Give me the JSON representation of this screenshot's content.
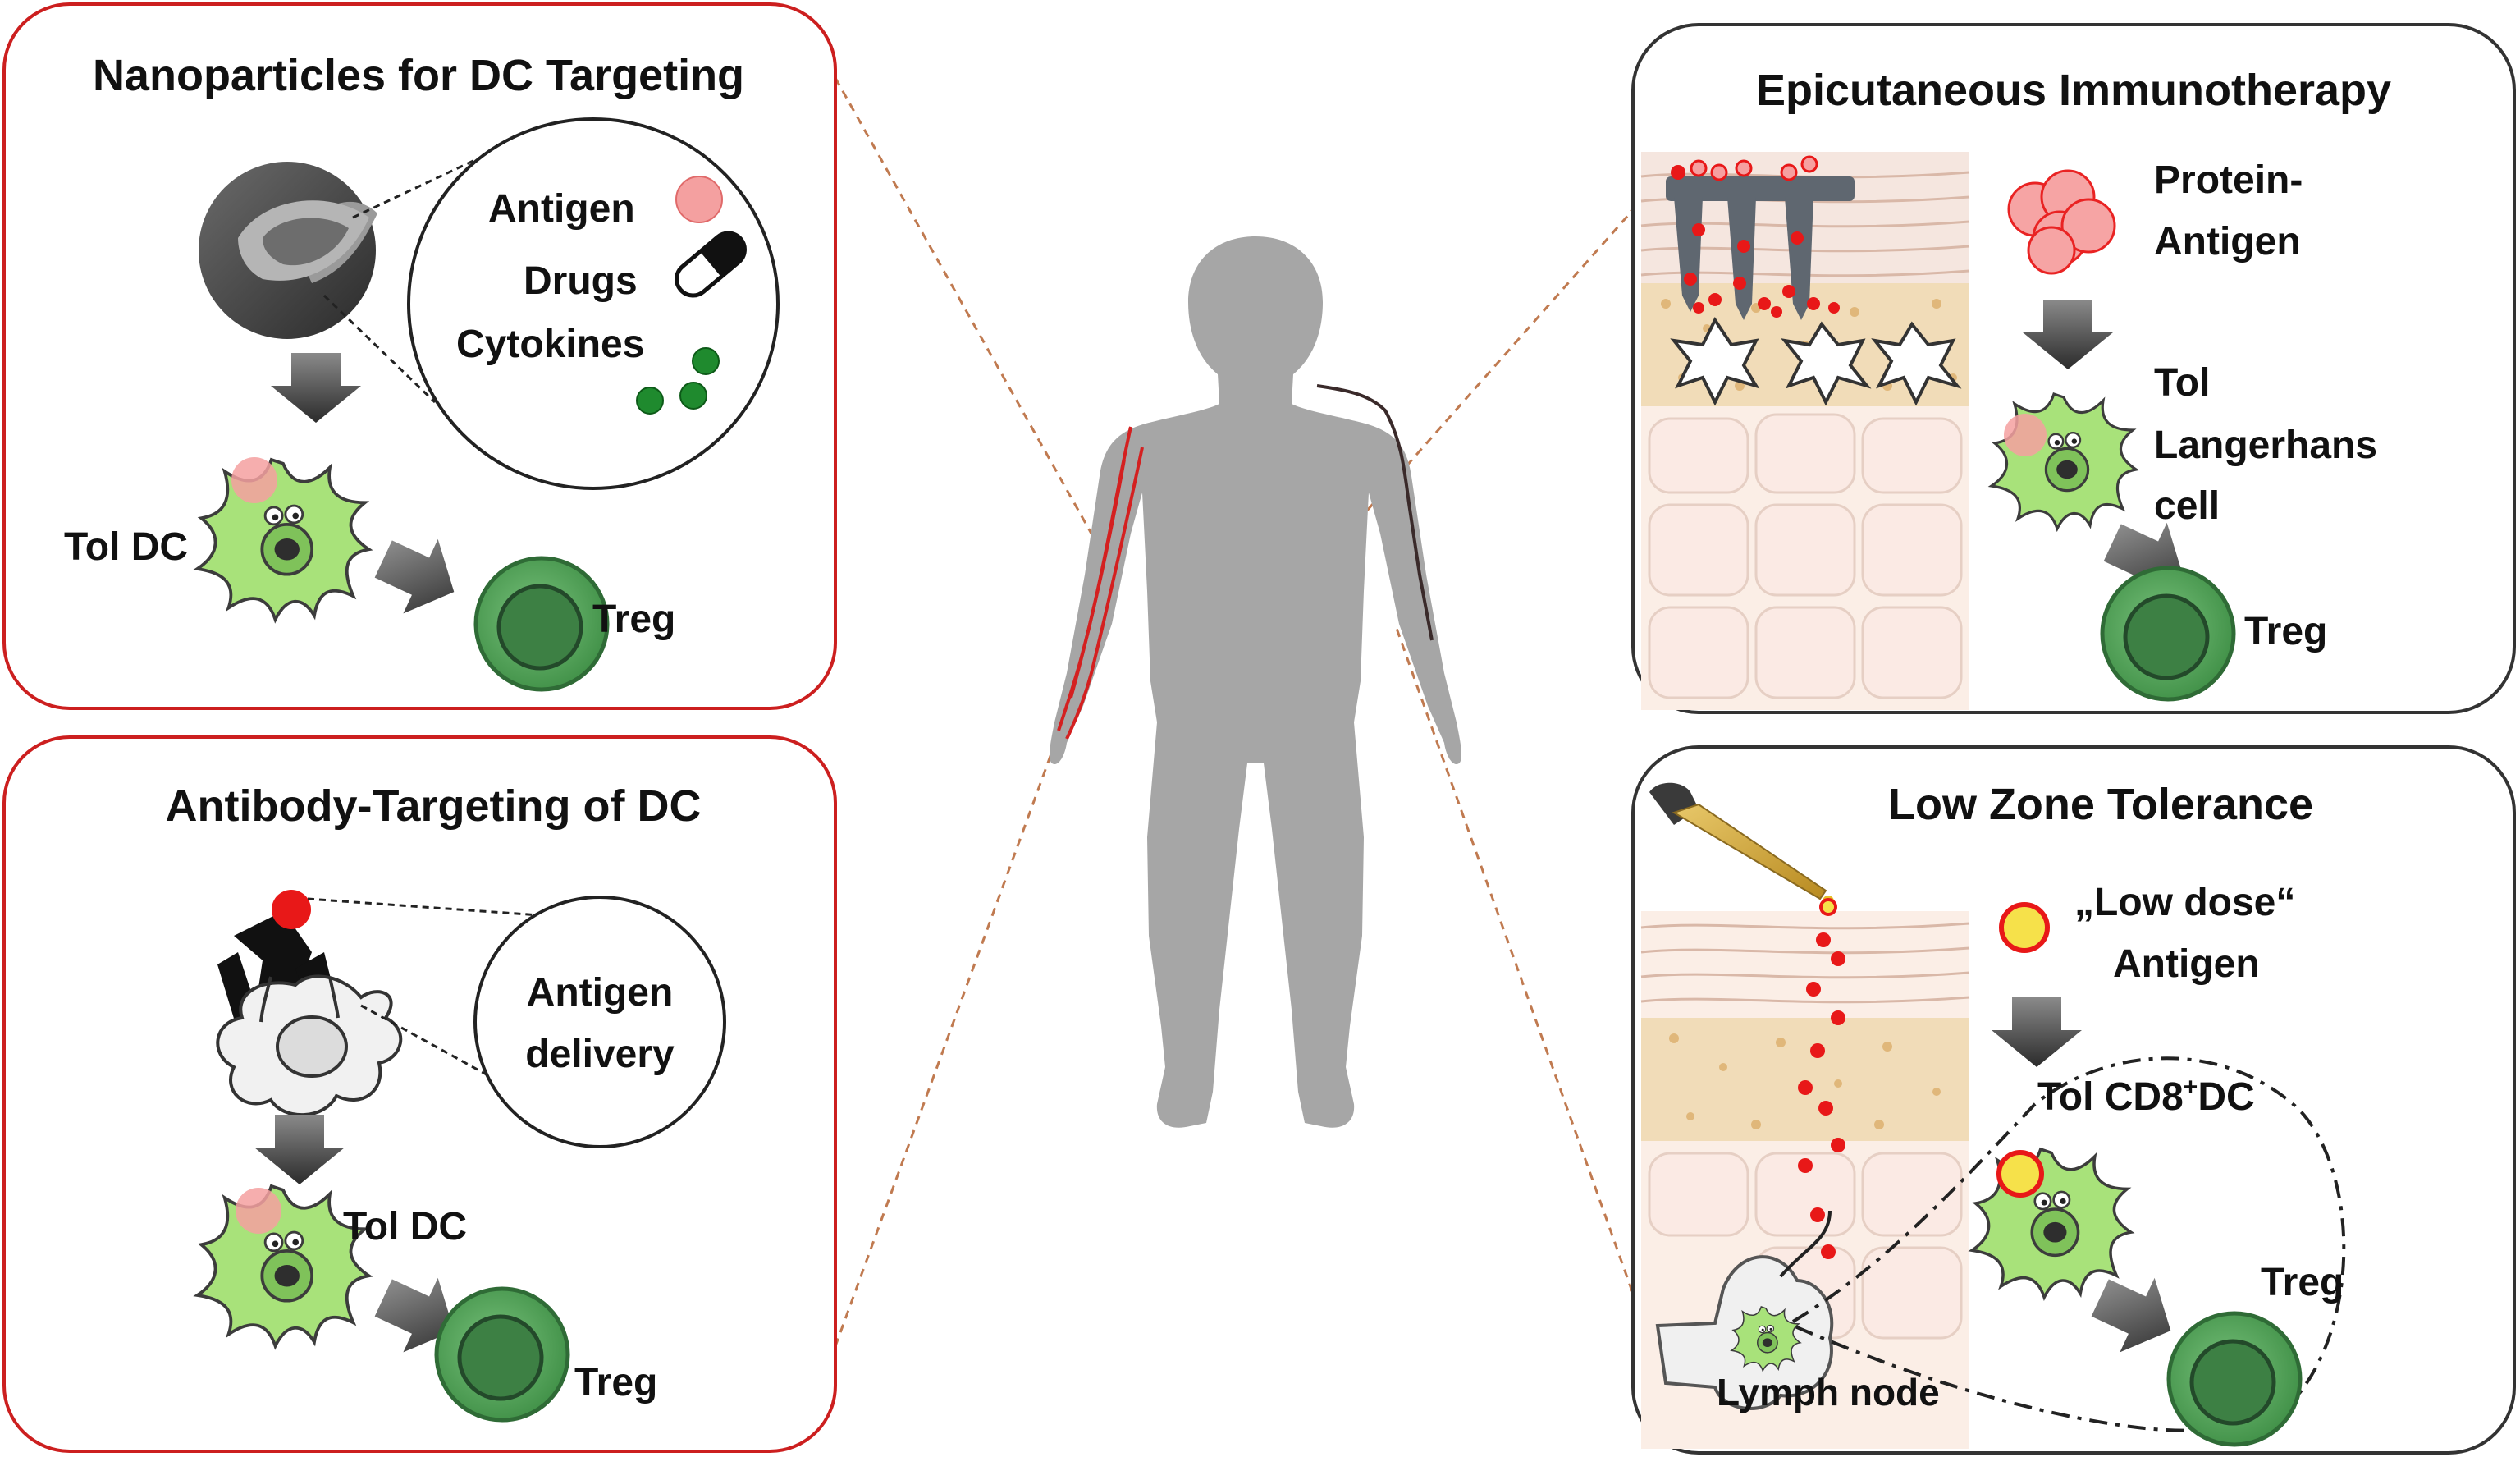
{
  "panels": {
    "nanoparticles": {
      "title": "Nanoparticles for DC Targeting",
      "antigen": "Antigen",
      "drugs": "Drugs",
      "cytokines": "Cytokines",
      "tol_dc": "Tol DC",
      "treg": "Treg",
      "border_color": "#cc1f1f"
    },
    "antibody": {
      "title": "Antibody-Targeting of DC",
      "bubble_line1": "Antigen",
      "bubble_line2": "delivery",
      "tol_dc": "Tol DC",
      "treg": "Treg",
      "border_color": "#cc1f1f"
    },
    "epicutaneous": {
      "title": "Epicutaneous Immunotherapy",
      "protein_line1": "Protein-",
      "protein_line2": "Antigen",
      "tol_line1": "Tol",
      "tol_line2": "Langerhans",
      "tol_line3": "cell",
      "treg": "Treg",
      "border_color": "#333333"
    },
    "lowzone": {
      "title": "Low Zone Tolerance",
      "dose_line1": "„Low dose“",
      "dose_line2": "Antigen",
      "tol_prefix": "Tol CD8",
      "tol_sup": "+",
      "tol_suffix": "DC",
      "treg": "Treg",
      "lymph": "Lymph node",
      "border_color": "#333333"
    }
  },
  "colors": {
    "dc_green": "#a8e27a",
    "treg_green": "#5aa85e",
    "treg_dark": "#2f6b36",
    "antigen_red": "#e02020",
    "silhouette": "#a6a6a6",
    "skin_tan": "#f1dcb8",
    "skin_pink": "#f7e6df"
  }
}
